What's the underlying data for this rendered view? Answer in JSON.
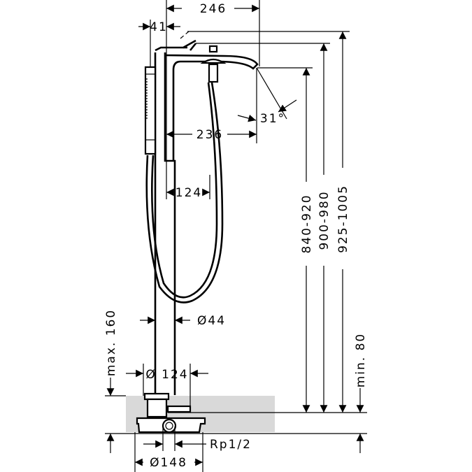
{
  "diagram": {
    "dimensions": {
      "spout_reach": "246",
      "handle_offset": "41",
      "spout_angle": "31°",
      "spout_reach_inner": "236",
      "hose_offset": "124",
      "heights_spout": "840-920",
      "heights_lever": "900-980",
      "heights_top": "925-1005",
      "column_diameter": "Ø44",
      "max_install": "max. 160",
      "min_install": "min. 80",
      "rosette_diameter": "Ø 124",
      "connection": "Rp1/2",
      "base_diameter": "Ø148"
    },
    "colors": {
      "floor": "#d9d9d9",
      "line": "#000000"
    }
  }
}
